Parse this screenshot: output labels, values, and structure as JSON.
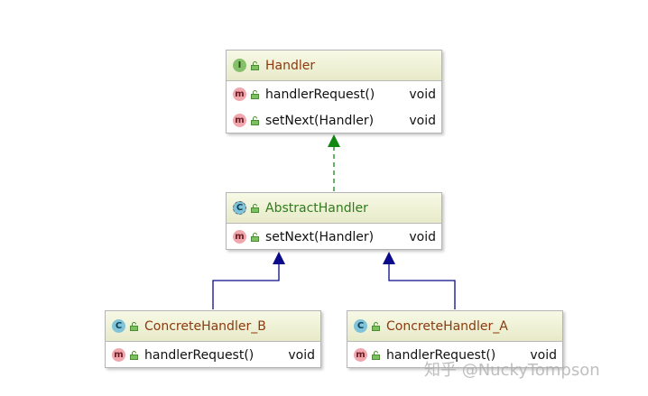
{
  "classes": {
    "handler": {
      "badge": "I",
      "name": "Handler",
      "methods": [
        {
          "badge": "m",
          "name": "handlerRequest()",
          "returns": "void"
        },
        {
          "badge": "m",
          "name": "setNext(Handler)",
          "returns": "void"
        }
      ]
    },
    "abstract_handler": {
      "badge": "C",
      "name": "AbstractHandler",
      "methods": [
        {
          "badge": "m",
          "name": "setNext(Handler)",
          "returns": "void"
        }
      ]
    },
    "concrete_b": {
      "badge": "C",
      "name": "ConcreteHandler_B",
      "methods": [
        {
          "badge": "m",
          "name": "handlerRequest()",
          "returns": "void"
        }
      ]
    },
    "concrete_a": {
      "badge": "C",
      "name": "ConcreteHandler_A",
      "methods": [
        {
          "badge": "m",
          "name": "handlerRequest()",
          "returns": "void"
        }
      ]
    }
  },
  "colors": {
    "realization_arrow": "#118811",
    "inheritance_arrow": "#0a0a8a",
    "interface_name": "#8b3a0f",
    "abstract_name": "#2e7d1a",
    "concrete_name": "#8b3a0f"
  },
  "watermark": "知乎 @NuckyTompson"
}
